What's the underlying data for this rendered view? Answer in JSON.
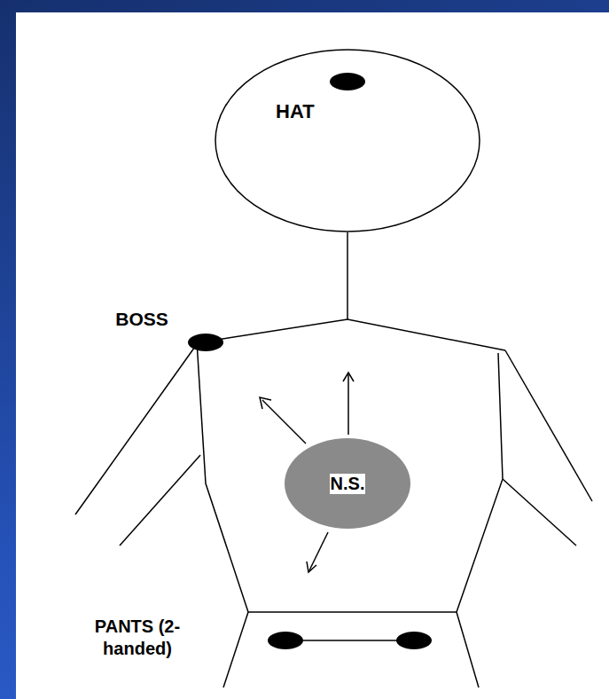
{
  "diagram": {
    "nodes": [
      {
        "text": [
          "HAT"
        ]
      },
      {
        "text": [
          "N.S."
        ]
      }
    ],
    "labels": [
      "BOSS",
      "PANTS (2-handed)"
    ]
  }
}
